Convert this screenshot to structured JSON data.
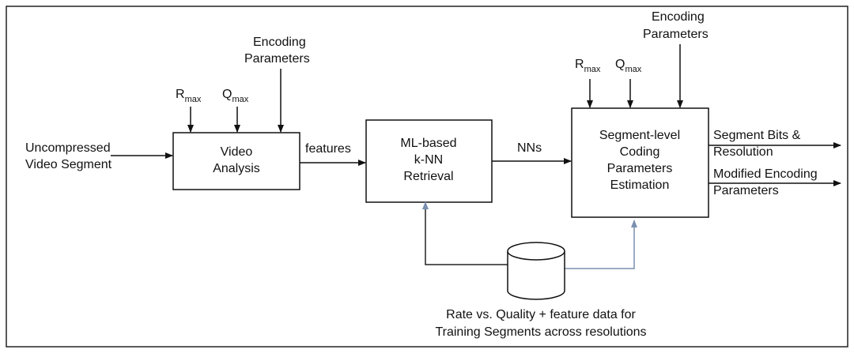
{
  "input": {
    "line1": "Uncompressed",
    "line2": "Video Segment"
  },
  "video_analysis": {
    "params": {
      "r": "R",
      "r_sub": "max",
      "q": "Q",
      "q_sub": "max",
      "enc1": "Encoding",
      "enc2": "Parameters"
    },
    "line1": "Video",
    "line2": "Analysis"
  },
  "features_label": "features",
  "knn": {
    "line1": "ML-based",
    "line2": "k-NN",
    "line3": "Retrieval"
  },
  "nns_label": "NNs",
  "estimation": {
    "params": {
      "r": "R",
      "r_sub": "max",
      "q": "Q",
      "q_sub": "max",
      "enc1": "Encoding",
      "enc2": "Parameters"
    },
    "line1": "Segment-level",
    "line2": "Coding",
    "line3": "Parameters",
    "line4": "Estimation"
  },
  "outputs": {
    "o1_line1": "Segment Bits &",
    "o1_line2": "Resolution",
    "o2_line1": "Modified Encoding",
    "o2_line2": "Parameters"
  },
  "database": {
    "line1": "Rate vs. Quality  + feature data for",
    "line2": "Training Segments across resolutions"
  }
}
